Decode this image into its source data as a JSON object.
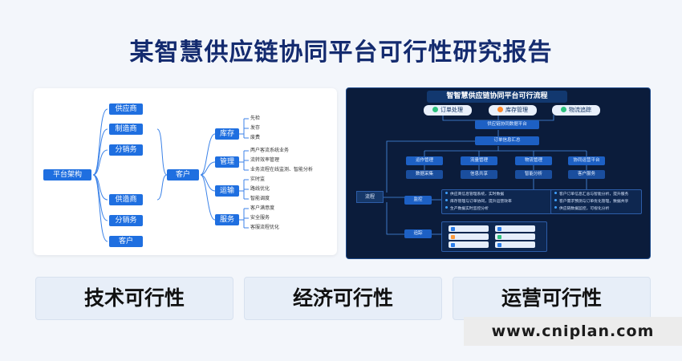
{
  "title": "某智慧供应链协同平台可行性研究报告",
  "mindmap": {
    "root": "平台架构",
    "left_top": [
      "供应商",
      "制造商",
      "分销务"
    ],
    "left_bottom": [
      "供造商",
      "分销务",
      "客户"
    ],
    "center": "客户",
    "branches": [
      {
        "label": "库存",
        "leaves": [
          "先检",
          "发存",
          "废费"
        ]
      },
      {
        "label": "管理",
        "leaves": [
          "两户客流系统业务",
          "流转效率管理",
          "业务流程在线监测、智能分析"
        ]
      },
      {
        "label": "运输",
        "leaves": [
          "实时监",
          "路线优化",
          "智能调度"
        ]
      },
      {
        "label": "服务",
        "leaves": [
          "客户满意度",
          "安全服务",
          "客服流程优化"
        ]
      }
    ]
  },
  "flow": {
    "title": "智智慧供应链协同平台可行流程",
    "pills": [
      {
        "label": "订单处理",
        "color": "#2ec27e"
      },
      {
        "label": "库存管理",
        "color": "#ff8a2b"
      },
      {
        "label": "物流追踪",
        "color": "#2ec27e"
      }
    ],
    "step1": "供应链协同数据平台",
    "step2": "订单信息汇总",
    "row1": [
      "运作管理",
      "流量管理",
      "物流管理",
      "协同运营平台"
    ],
    "row2": [
      "数据采集",
      "信息共享",
      "智能分析",
      "客户服务"
    ],
    "left": "流程",
    "mid1": "监控",
    "mid2": "追踪",
    "panel1": [
      "供应商信息管理系统，实时数据",
      "库存管理与订单协同，提升运营效率",
      "生产数据实时监控分析"
    ],
    "panel2": [
      "客户订单信息汇总与智能分析，提升服务",
      "客户需求预测与订单优化管理，数据共享",
      "供应链数据监控，可视化分析"
    ]
  },
  "features": [
    "技术可行性",
    "经济可行性",
    "运营可行性"
  ],
  "watermark": "www.cniplan.com"
}
